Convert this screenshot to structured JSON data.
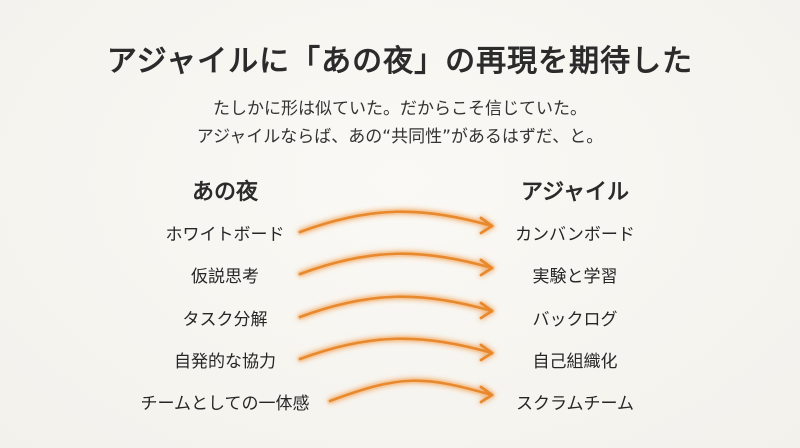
{
  "title": "アジャイルに「あの夜」の再現を期待した",
  "subtitle": {
    "line1": "たしかに形は似ていた。だからこそ信じていた。",
    "line2": "アジャイルならば、あの“共同性”があるはずだ、と。"
  },
  "left_heading": "あの夜",
  "right_heading": "アジャイル",
  "mappings": [
    {
      "from": "ホワイトボード",
      "to": "カンバンボード"
    },
    {
      "from": "仮説思考",
      "to": "実験と学習"
    },
    {
      "from": "タスク分解",
      "to": "バックログ"
    },
    {
      "from": "自発的な協力",
      "to": "自己組織化"
    },
    {
      "from": "チームとしての一体感",
      "to": "スクラムチーム"
    }
  ],
  "colors": {
    "arrow": "#e8892e",
    "arrow_glow": "#f7c48e",
    "text": "#2a2a2a",
    "background": "#f6f4ef"
  }
}
